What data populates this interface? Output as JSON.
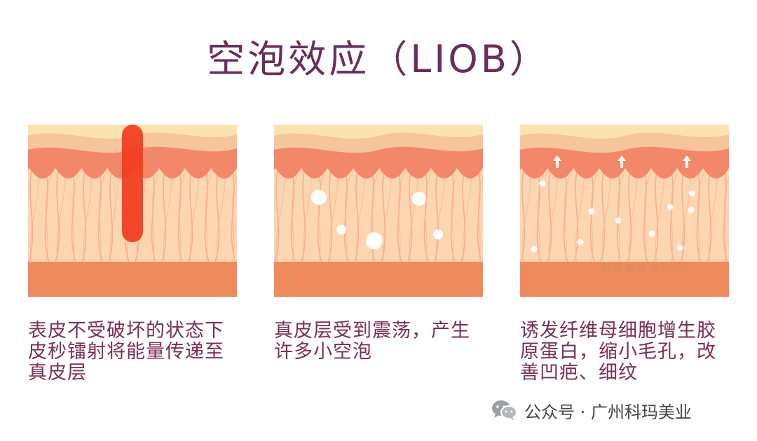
{
  "title": "空泡效应（LIOB）",
  "panels": [
    {
      "caption": "表皮不受破坏的状态下皮秒镭射将能量传递至真皮层",
      "illustration": "laser-beam"
    },
    {
      "caption": "真皮层受到震荡，产生许多小空泡",
      "illustration": "bubbles"
    },
    {
      "caption": "诱发纤维母细胞增生胶原蛋白，缩小毛孔，改善凹疤、细纹",
      "illustration": "collagen-arrows"
    }
  ],
  "footer": {
    "icon": "wechat-icon",
    "text": "公众号 · 广州科玛美业"
  },
  "watermark": "彭寶麗皮膚科診",
  "colors": {
    "title": "#6b2d5c",
    "text": "#7a2e58",
    "skin_top": "#fbe3b0",
    "epidermis": "#f2876a",
    "dermis": "#fbd6b0",
    "base": "#ef8a5c",
    "laser": "#f23b1e"
  }
}
